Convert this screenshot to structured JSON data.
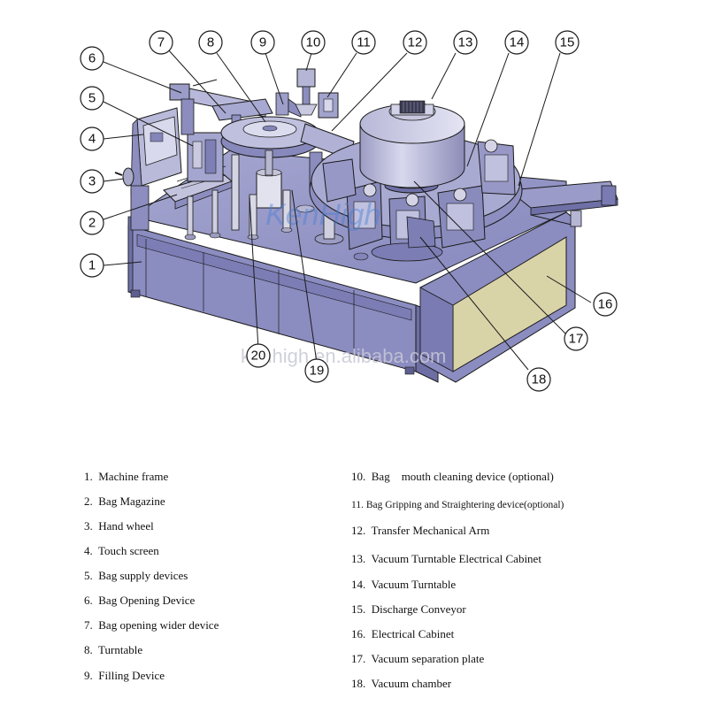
{
  "watermarks": {
    "brand": "KenHigh",
    "site": "kenhigh.en.alibaba.com"
  },
  "callouts": [
    "1",
    "2",
    "3",
    "4",
    "5",
    "6",
    "7",
    "8",
    "9",
    "10",
    "11",
    "12",
    "13",
    "14",
    "15",
    "16",
    "17",
    "18",
    "19",
    "20"
  ],
  "legend": {
    "left": [
      {
        "num": "1.",
        "label": "Machine frame"
      },
      {
        "num": "2.",
        "label": "Bag Magazine"
      },
      {
        "num": "3.",
        "label": "Hand wheel"
      },
      {
        "num": "4.",
        "label": "Touch screen"
      },
      {
        "num": "5.",
        "label": "Bag supply devices"
      },
      {
        "num": "6.",
        "label": "Bag Opening Device"
      },
      {
        "num": "7.",
        "label": "Bag opening wider device"
      },
      {
        "num": "8.",
        "label": "Turntable"
      },
      {
        "num": "9.",
        "label": "Filling Device"
      }
    ],
    "right": [
      {
        "num": "10.",
        "label": "Bag    mouth cleaning device (optional)"
      },
      {
        "num": "11.",
        "label": "Bag Gripping and Straightering device(optional)"
      },
      {
        "num": "12.",
        "label": "Transfer Mechanical Arm"
      },
      {
        "num": "13.",
        "label": "Vacuum Turntable Electrical Cabinet"
      },
      {
        "num": "14.",
        "label": "Vacuum Turntable"
      },
      {
        "num": "15.",
        "label": "Discharge Conveyor"
      },
      {
        "num": "16.",
        "label": "Electrical Cabinet"
      },
      {
        "num": "17.",
        "label": "Vacuum separation plate"
      },
      {
        "num": "18.",
        "label": "Vacuum chamber"
      }
    ]
  },
  "colors": {
    "frame": "#8e8fc2",
    "frame_dark": "#6f70a6",
    "frame_light": "#b3b4da",
    "cabinet": "#d6d0a4",
    "metal": "#c9c9d6",
    "metal_dark": "#8a8a9c",
    "line": "#1a1a1a"
  }
}
